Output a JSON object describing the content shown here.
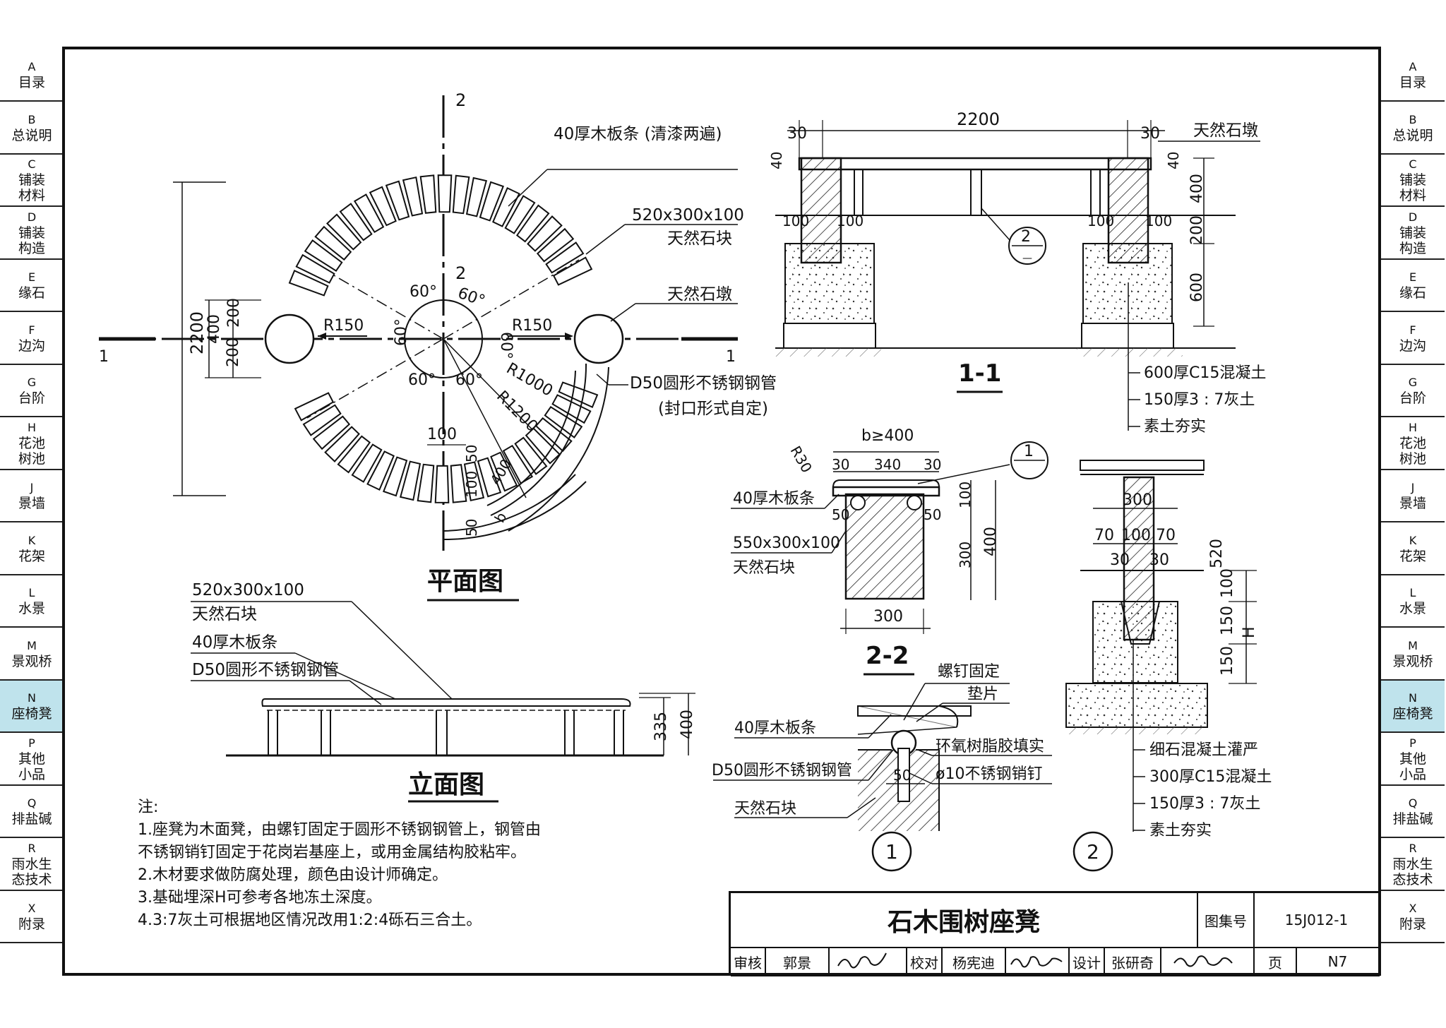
{
  "sidebar": {
    "items": [
      {
        "code": "A",
        "label": "目录"
      },
      {
        "code": "B",
        "label": "总说明"
      },
      {
        "code": "C",
        "label": "铺装\n材料"
      },
      {
        "code": "D",
        "label": "铺装\n构造"
      },
      {
        "code": "E",
        "label": "缘石"
      },
      {
        "code": "F",
        "label": "边沟"
      },
      {
        "code": "G",
        "label": "台阶"
      },
      {
        "code": "H",
        "label": "花池\n树池"
      },
      {
        "code": "J",
        "label": "景墙"
      },
      {
        "code": "K",
        "label": "花架"
      },
      {
        "code": "L",
        "label": "水景"
      },
      {
        "code": "M",
        "label": "景观桥"
      },
      {
        "code": "N",
        "label": "座椅凳"
      },
      {
        "code": "P",
        "label": "其他\n小品"
      },
      {
        "code": "Q",
        "label": "排盐碱"
      },
      {
        "code": "R",
        "label": "雨水生\n态技术"
      },
      {
        "code": "X",
        "label": "附录"
      }
    ],
    "active_code": "N",
    "active_color": "#bfe3ec"
  },
  "plan": {
    "title": "平面图",
    "label_wood": "40厚木板条 (清漆两遍)",
    "label_stone_block": "520x300x100",
    "label_stone_block2": "天然石块",
    "label_pier": "天然石墩",
    "label_pipe": "D50圆形不锈钢钢管",
    "label_pipe2": "(封口形式自定)",
    "dim_2200": "2200",
    "dim_400": "400",
    "dim_200a": "200",
    "dim_200b": "200",
    "r150_left": "R150",
    "r150_right": "R150",
    "r1000": "R1000",
    "r1200": "R1200",
    "angle": "60°",
    "dim_100": "100",
    "dim_50a": "50",
    "dim_50b": "50",
    "dim_100b": "100",
    "dim_400b": "400",
    "dim_b": "b",
    "cut_1": "1",
    "cut_2": "2"
  },
  "elevation": {
    "title": "立面图",
    "label_stone": "520x300x100",
    "label_stone2": "天然石块",
    "label_wood": "40厚木板条",
    "label_pipe": "D50圆形不锈钢钢管",
    "dim_335": "335",
    "dim_400": "400"
  },
  "section11": {
    "title": "1-1",
    "dim_2200": "2200",
    "dim_30a": "30",
    "dim_30b": "30",
    "dim_40a": "40",
    "dim_40b": "40",
    "dim_400": "400",
    "dim_200": "200",
    "dim_600": "600",
    "dim_100": "100",
    "label_pier": "天然石墩",
    "callout": "2",
    "layer1": "600厚C15混凝土",
    "layer2": "150厚3 : 7灰土",
    "layer3": "素土夯实"
  },
  "section22": {
    "title": "2-2",
    "r30": "R30",
    "dim_b": "b≥400",
    "dim_30a": "30",
    "dim_340": "340",
    "dim_30b": "30",
    "dim_50a": "50",
    "dim_50b": "50",
    "dim_100": "100",
    "dim_300v": "300",
    "dim_400": "400",
    "dim_300": "300",
    "label_wood": "40厚木板条",
    "label_stone": "550x300x100",
    "label_stone2": "天然石块",
    "callout": "1"
  },
  "detail1": {
    "number": "1",
    "label_screw": "螺钉固定",
    "label_washer": "垫片",
    "label_wood": "40厚木板条",
    "label_epoxy": "环氧树脂胶填实",
    "label_pipe": "D50圆形不锈钢钢管",
    "label_pin": "ø10不锈钢销钉",
    "label_stone": "天然石块",
    "dim_50": "50"
  },
  "detail2": {
    "number": "2",
    "dim_300": "300",
    "dim_70a": "70",
    "dim_100": "100",
    "dim_70b": "70",
    "dim_30a": "30",
    "dim_30b": "30",
    "dim_520": "520",
    "dim_100v": "100",
    "dim_150a": "150",
    "dim_150b": "150",
    "dim_h": "H",
    "layer0": "细石混凝土灌严",
    "layer1": "300厚C15混凝土",
    "layer2": "150厚3 : 7灰土",
    "layer3": "素土夯实"
  },
  "notes": {
    "heading": "注:",
    "lines": [
      "1.座凳为木面凳，由螺钉固定于圆形不锈钢钢管上，钢管由",
      "  不锈钢销钉固定于花岗岩基座上，或用金属结构胶粘牢。",
      "2.木材要求做防腐处理，颜色由设计师确定。",
      "3.基础埋深H可参考各地冻土深度。",
      "4.3:7灰土可根据地区情况改用1:2:4砾石三合土。"
    ]
  },
  "titleblock": {
    "title": "石木围树座凳",
    "atlas_label": "图集号",
    "atlas_value": "15J012-1",
    "page_label": "页",
    "page_value": "N7",
    "review_label": "审核",
    "review_name": "郭景",
    "check_label": "校对",
    "check_name": "杨宪迪",
    "design_label": "设计",
    "design_name": "张研奇"
  }
}
